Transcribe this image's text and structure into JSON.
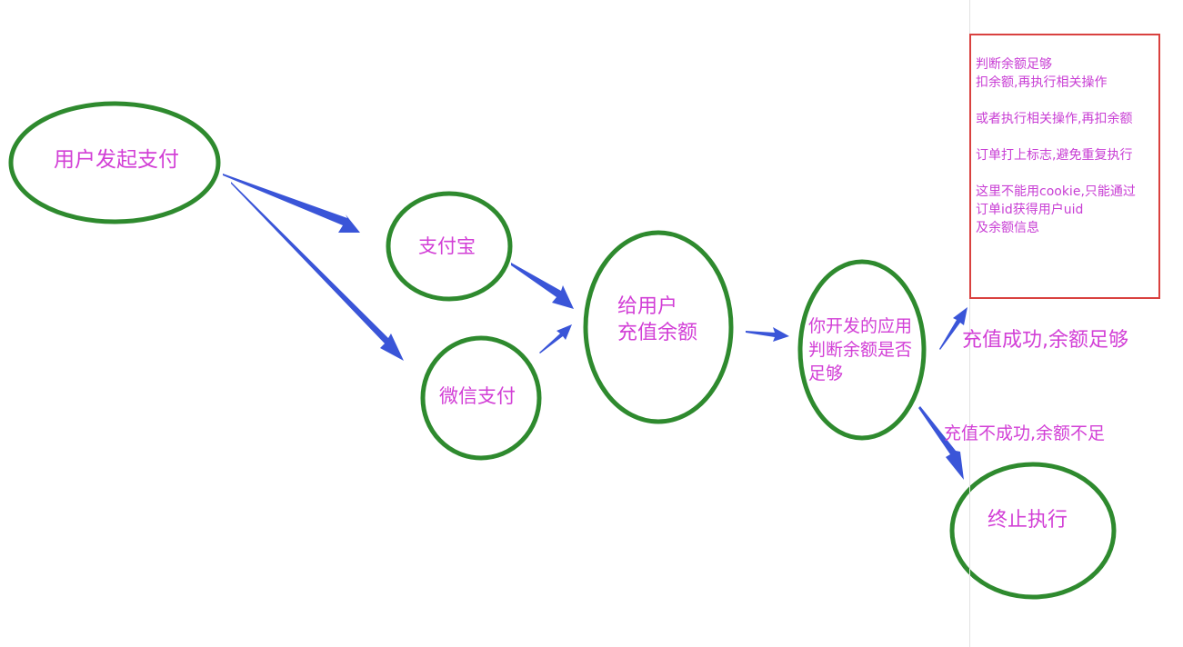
{
  "diagram": {
    "title": "",
    "colors": {
      "node_stroke": "#2e8a2e",
      "arrow_fill": "#3a55d8",
      "text": "#d23fd6",
      "note_border": "#d9413f",
      "divider": "#e2e2e2"
    },
    "nodes": [
      {
        "id": "start",
        "label": "用户发起支付"
      },
      {
        "id": "alipay",
        "label": "支付宝"
      },
      {
        "id": "wechat",
        "label": "微信支付"
      },
      {
        "id": "recharge",
        "label_lines": [
          "给用户",
          "充值余额"
        ]
      },
      {
        "id": "check",
        "label_lines": [
          "你开发的应用",
          "判断余额是否",
          "足够"
        ]
      },
      {
        "id": "stop",
        "label": "终止执行"
      }
    ],
    "edges": [
      {
        "from": "start",
        "to": "alipay"
      },
      {
        "from": "start",
        "to": "wechat"
      },
      {
        "from": "alipay",
        "to": "recharge"
      },
      {
        "from": "wechat",
        "to": "recharge"
      },
      {
        "from": "recharge",
        "to": "check"
      },
      {
        "from": "check",
        "to": "note",
        "label": "充值成功,余额足够"
      },
      {
        "from": "check",
        "to": "stop",
        "label": "充值不成功,余额不足"
      }
    ],
    "note": {
      "lines": [
        "判断余额足够",
        "扣余额,再执行相关操作",
        "",
        "或者执行相关操作,再扣余额",
        "",
        "订单打上标志,避免重复执行",
        "",
        "这里不能用cookie,只能通过",
        "订单id获得用户uid",
        "及余额信息"
      ]
    }
  }
}
